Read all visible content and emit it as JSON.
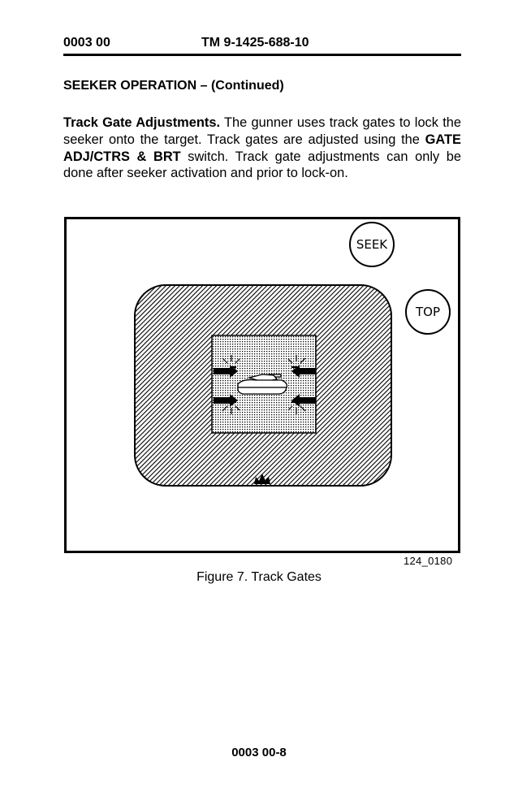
{
  "header": {
    "wp_number": "0003 00",
    "tm_number": "TM 9-1425-688-10"
  },
  "section_title": "SEEKER OPERATION – (Continued)",
  "paragraph": {
    "lead_in": "Track Gate Adjustments.",
    "text_1": " The gunner uses track gates to lock the seeker onto the target. Track gates are adjusted using the ",
    "switch_name": "GATE ADJ/CTRS & BRT",
    "text_2": " switch. Track gate adjustments can only be done after seeker activation and prior to lock-on."
  },
  "figure": {
    "seek_label": "SEEK",
    "top_label": "TOP",
    "figure_id": "124_0180",
    "caption": "Figure 7.  Track Gates"
  },
  "footer": {
    "page_number": "0003 00-8"
  }
}
